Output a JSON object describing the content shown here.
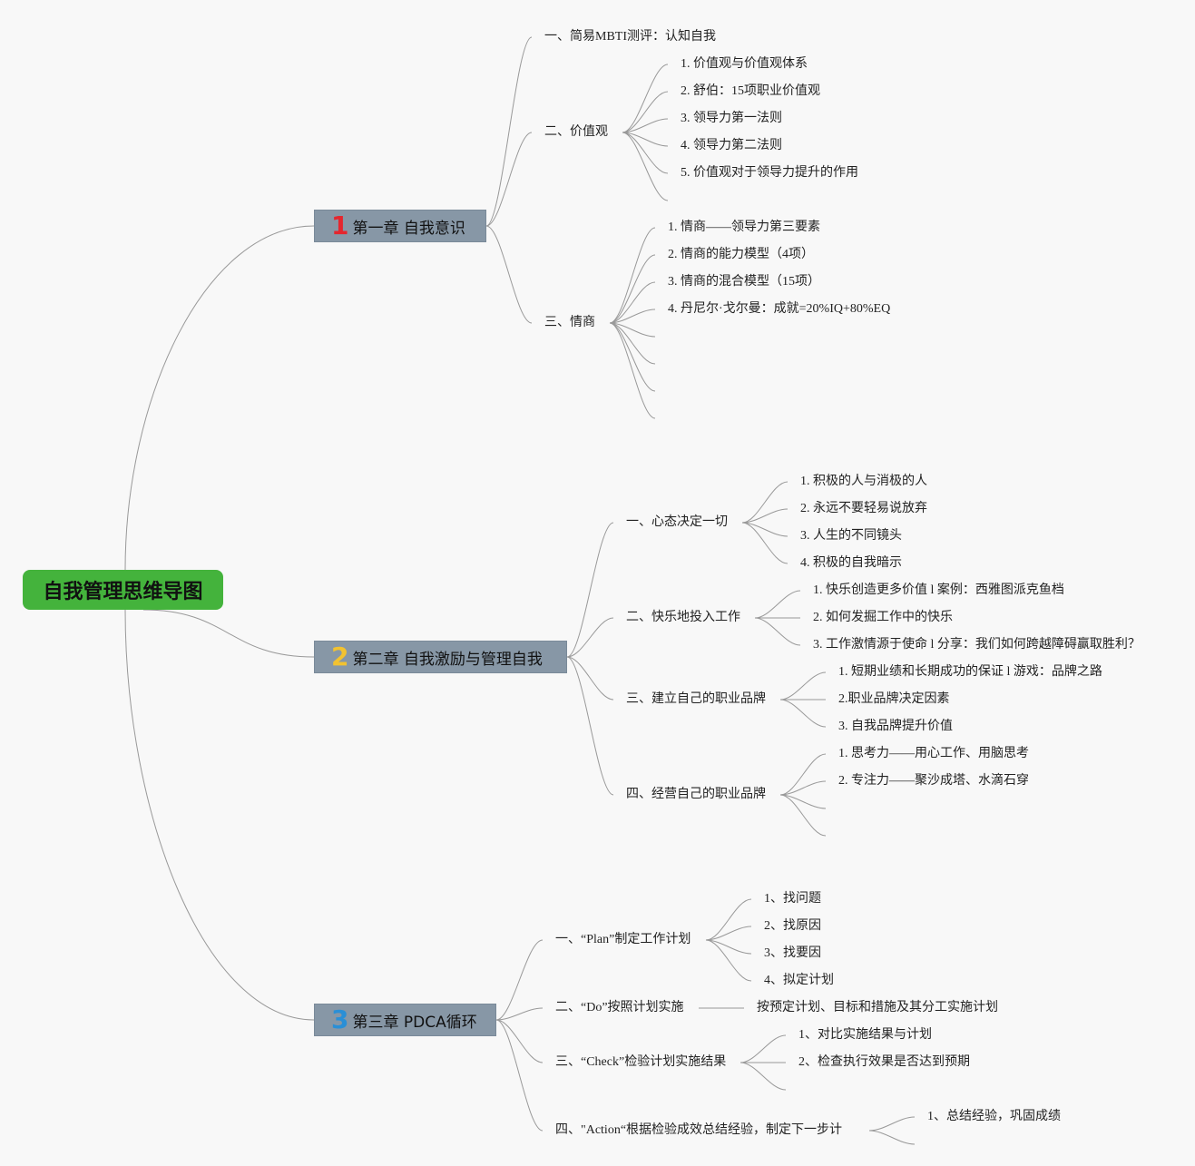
{
  "root": {
    "label": "自我管理思维导图"
  },
  "colors": {
    "root": "#44b33c",
    "chapter": "#8797a6",
    "line": "#999999",
    "num1": "#e5262e",
    "num2": "#f2c230",
    "num3": "#2a8fd6"
  },
  "chapters": [
    {
      "number": "1",
      "label": "第一章 自我意识",
      "sections": [
        {
          "label": "一、简易MBTI测评：认知自我",
          "items": []
        },
        {
          "label": "二、价值观",
          "items": [
            "1. 价值观与价值观体系",
            "2. 舒伯：15项职业价值观",
            "3. 领导力第一法则",
            "4. 领导力第二法则",
            "5. 价值观对于领导力提升的作用",
            ""
          ]
        },
        {
          "label": "三、情商",
          "items": [
            "1. 情商——领导力第三要素",
            "2. 情商的能力模型（4项）",
            "3. 情商的混合模型（15项）",
            "4. 丹尼尔·戈尔曼：成就=20%IQ+80%EQ",
            "",
            "",
            "",
            ""
          ]
        }
      ]
    },
    {
      "number": "2",
      "label": "第二章 自我激励与管理自我",
      "sections": [
        {
          "label": "一、心态决定一切",
          "items": [
            "1. 积极的人与消极的人",
            "2. 永远不要轻易说放弃",
            "3. 人生的不同镜头",
            "4. 积极的自我暗示"
          ]
        },
        {
          "label": "二、快乐地投入工作",
          "items": [
            "1. 快乐创造更多价值 l 案例：西雅图派克鱼档",
            "2. 如何发掘工作中的快乐",
            "3. 工作激情源于使命 l 分享：我们如何跨越障碍赢取胜利？"
          ]
        },
        {
          "label": "三、建立自己的职业品牌",
          "items": [
            "1. 短期业绩和长期成功的保证 l 游戏：品牌之路",
            "2.职业品牌决定因素",
            "3. 自我品牌提升价值"
          ]
        },
        {
          "label": "四、经营自己的职业品牌",
          "items": [
            "1. 思考力——用心工作、用脑思考",
            "2. 专注力——聚沙成塔、水滴石穿",
            "",
            ""
          ]
        }
      ]
    },
    {
      "number": "3",
      "label": "第三章 PDCA循环",
      "sections": [
        {
          "label": "一、“Plan”制定工作计划",
          "items": [
            "1、找问题",
            "2、找原因",
            "3、找要因",
            "4、拟定计划"
          ]
        },
        {
          "label": "二、“Do”按照计划实施",
          "items": [
            "按预定计划、目标和措施及其分工实施计划"
          ]
        },
        {
          "label": "三、“Check”检验计划实施结果",
          "items": [
            "1、对比实施结果与计划",
            "2、检查执行效果是否达到预期",
            ""
          ]
        },
        {
          "label": "四、\"Action“根据检验成效总结经验，制定下一步计",
          "items": [
            "1、总结经验，巩固成绩",
            ""
          ]
        }
      ]
    }
  ]
}
